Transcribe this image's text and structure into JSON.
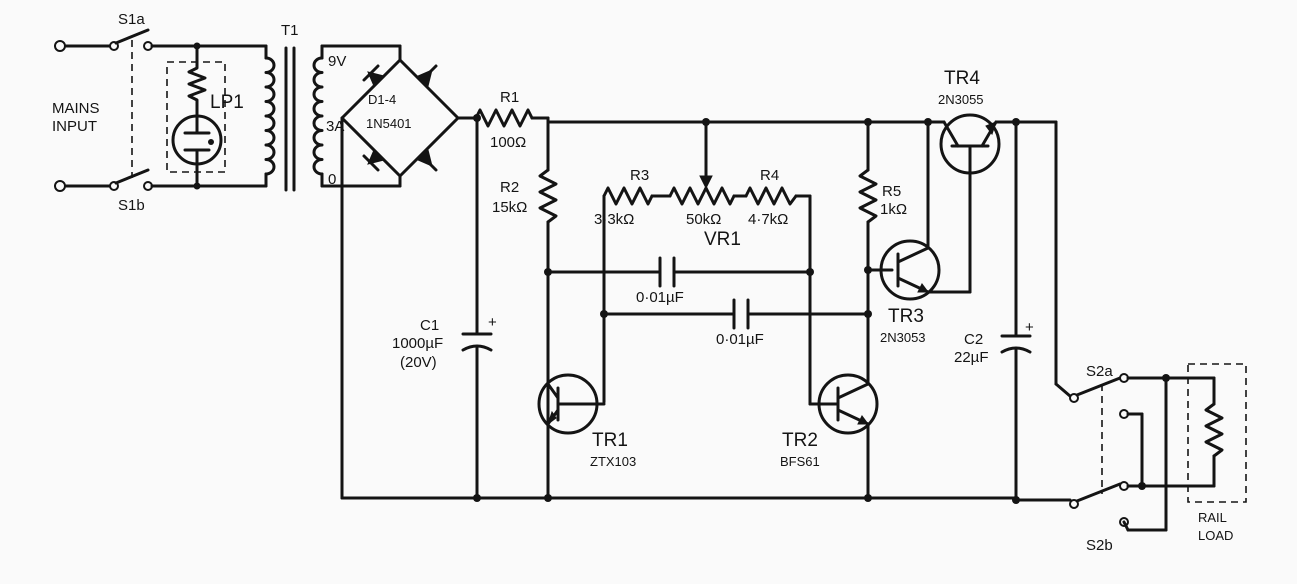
{
  "mains": {
    "label_1": "MAINS",
    "label_2": "INPUT"
  },
  "switches": {
    "s1a": "S1a",
    "s1b": "S1b",
    "s2a": "S2a",
    "s2b": "S2b"
  },
  "lamp": {
    "ref": "LP1"
  },
  "transformer": {
    "ref": "T1",
    "tap_9v": "9V",
    "tap_3a": "3A",
    "tap_0": "0"
  },
  "rectifier": {
    "ref": "D1-4",
    "part": "1N5401"
  },
  "r1": {
    "ref": "R1",
    "value": "100Ω"
  },
  "r2": {
    "ref": "R2",
    "value": "15kΩ"
  },
  "r3": {
    "ref": "R3",
    "value": "3·3kΩ"
  },
  "vr1": {
    "ref": "VR1",
    "value": "50kΩ"
  },
  "r4": {
    "ref": "R4",
    "value": "4·7kΩ"
  },
  "r5": {
    "ref": "R5",
    "value": "1kΩ"
  },
  "c1": {
    "ref": "C1",
    "value": "1000µF",
    "rating": "(20V)",
    "polarity": "+"
  },
  "c2": {
    "ref": "C2",
    "value": "22µF",
    "polarity": "+"
  },
  "cap_a": {
    "value": "0·01µF"
  },
  "cap_b": {
    "value": "0·01µF"
  },
  "tr1": {
    "ref": "TR1",
    "part": "ZTX103"
  },
  "tr2": {
    "ref": "TR2",
    "part": "BFS61"
  },
  "tr3": {
    "ref": "TR3",
    "part": "2N3053"
  },
  "tr4": {
    "ref": "TR4",
    "part": "2N3055"
  },
  "load": {
    "label_1": "RAIL",
    "label_2": "LOAD"
  }
}
